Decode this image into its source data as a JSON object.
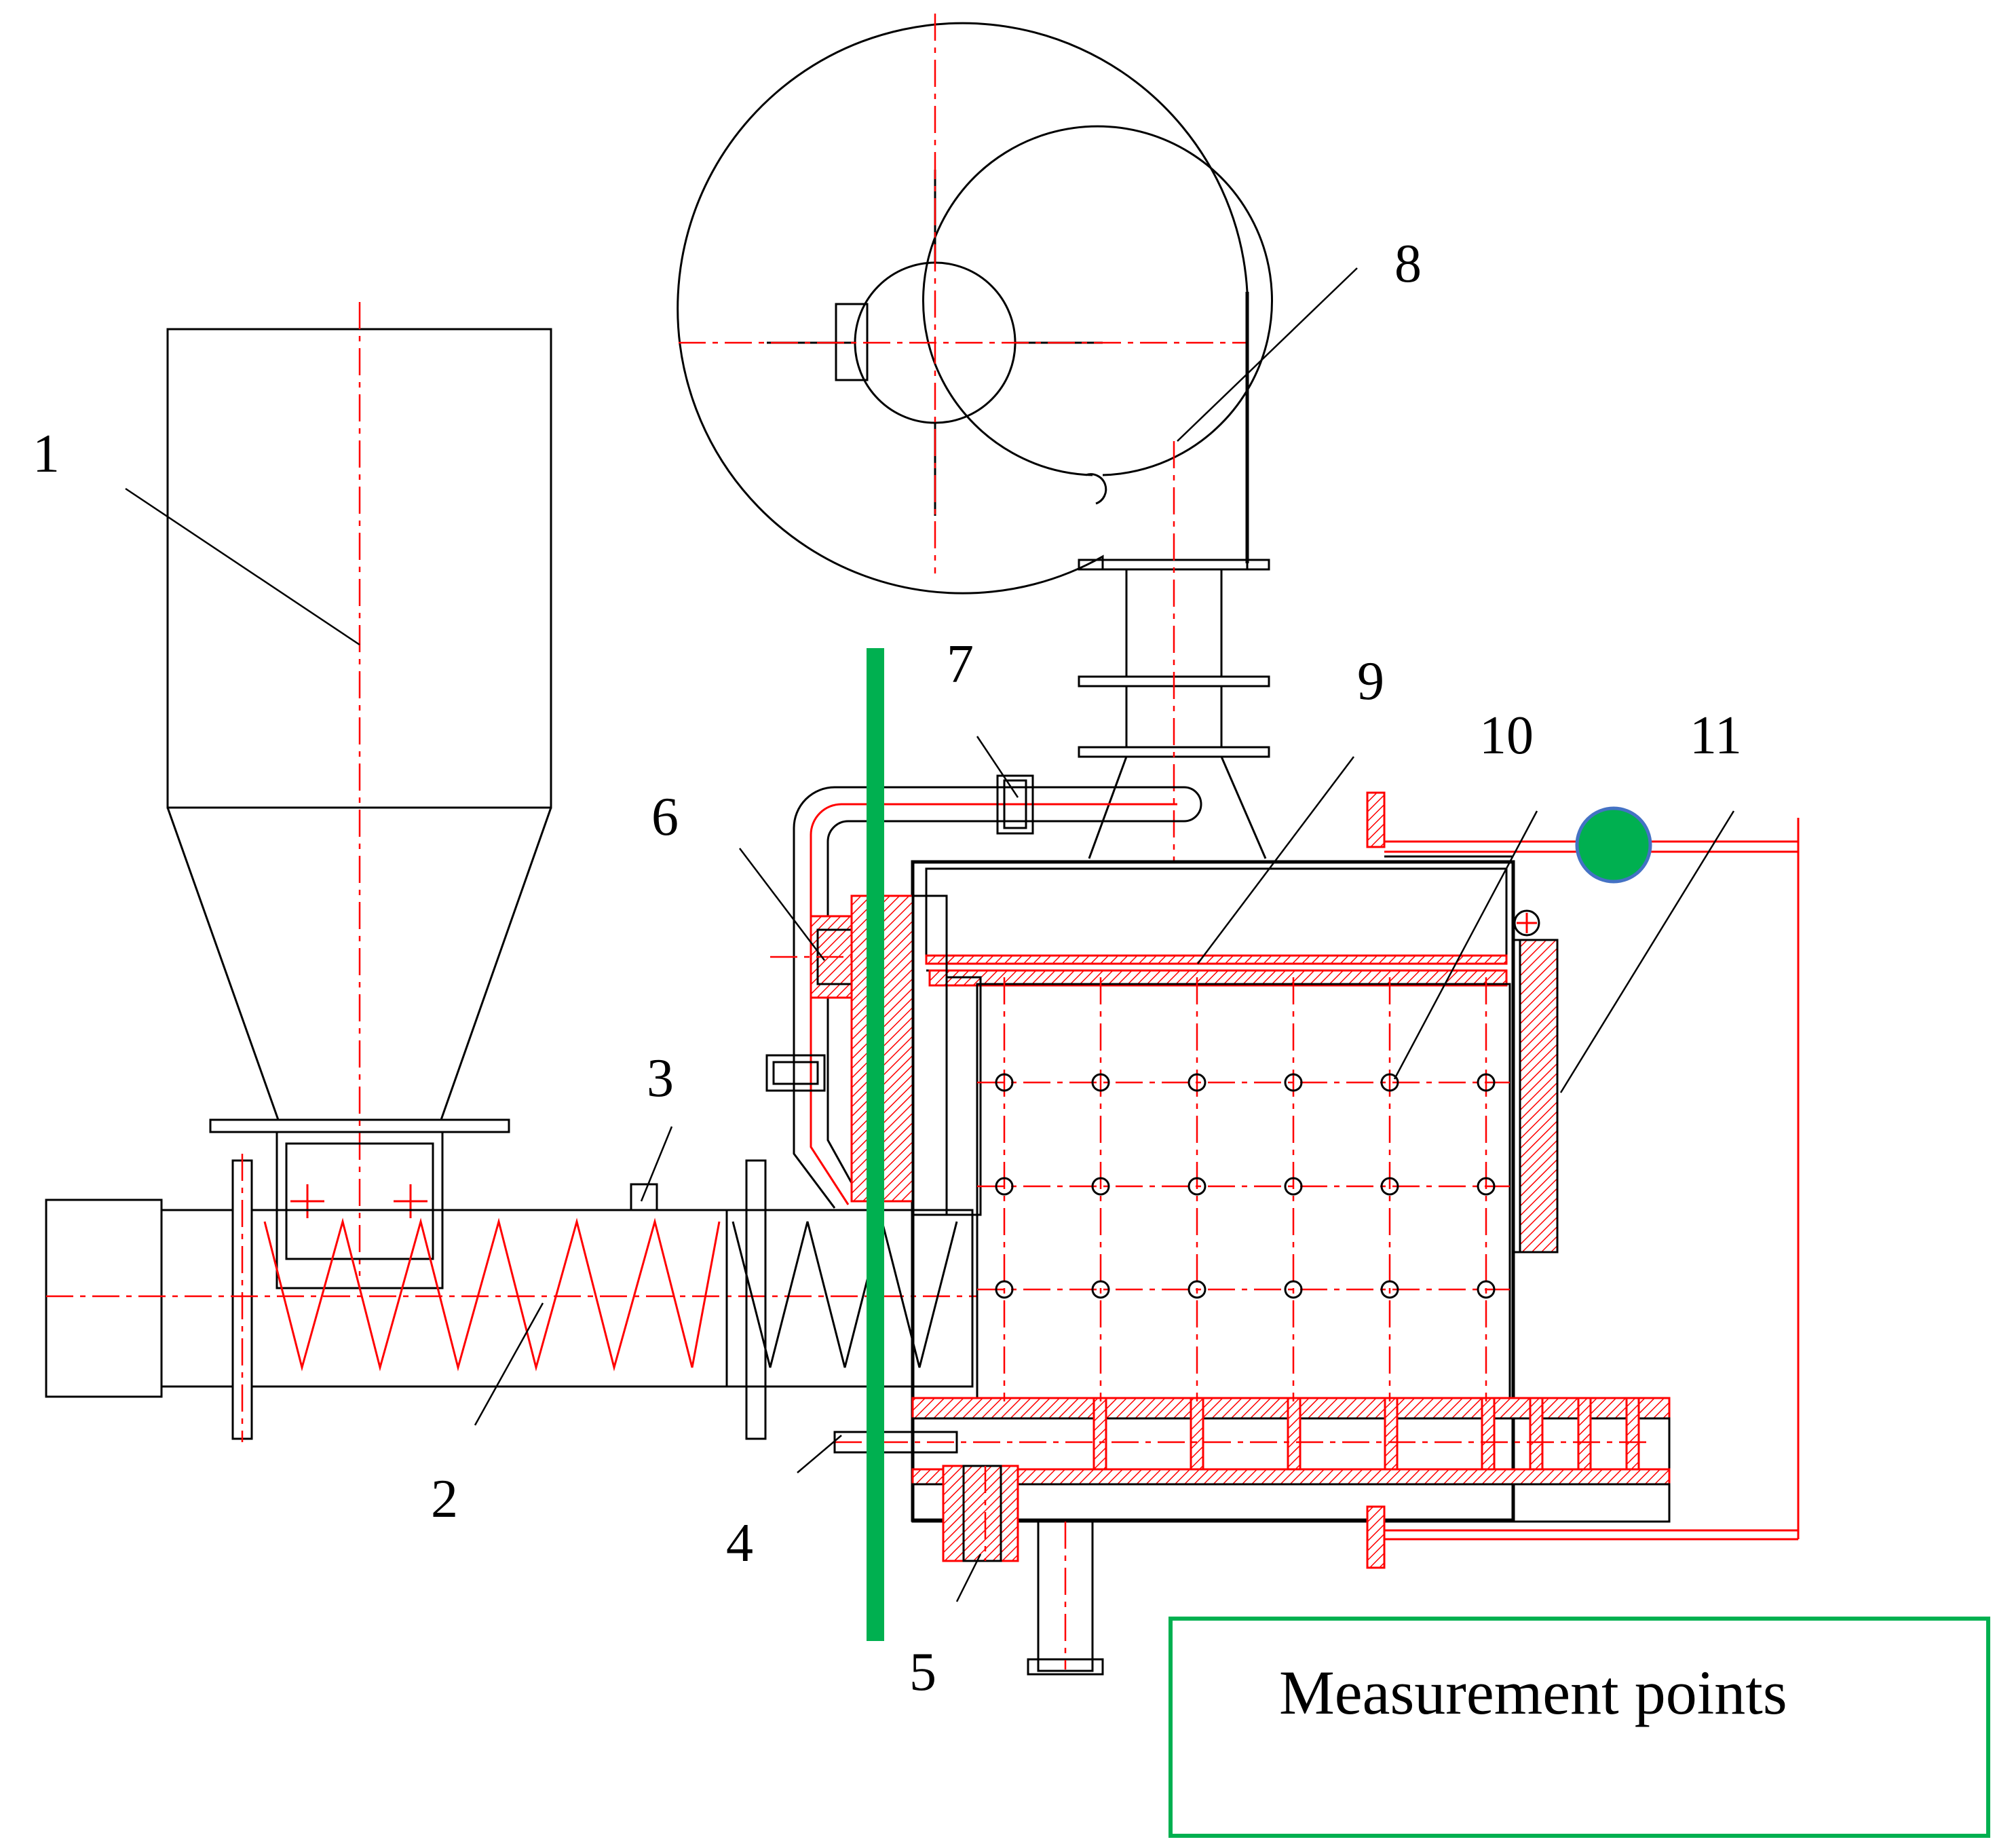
{
  "labels": {
    "l1": "1",
    "l2": "2",
    "l3": "3",
    "l4": "4",
    "l5": "5",
    "l6": "6",
    "l7": "7",
    "l8": "8",
    "l9": "9",
    "l10": "10",
    "l11": "11"
  },
  "legend": {
    "text": "Measurement points",
    "border_color": "#00b050"
  },
  "colors": {
    "measurement_marker": "#00b050",
    "measurement_marker_outline": "#4472c4",
    "section_lines": "#ff0000",
    "outline": "#000000"
  }
}
